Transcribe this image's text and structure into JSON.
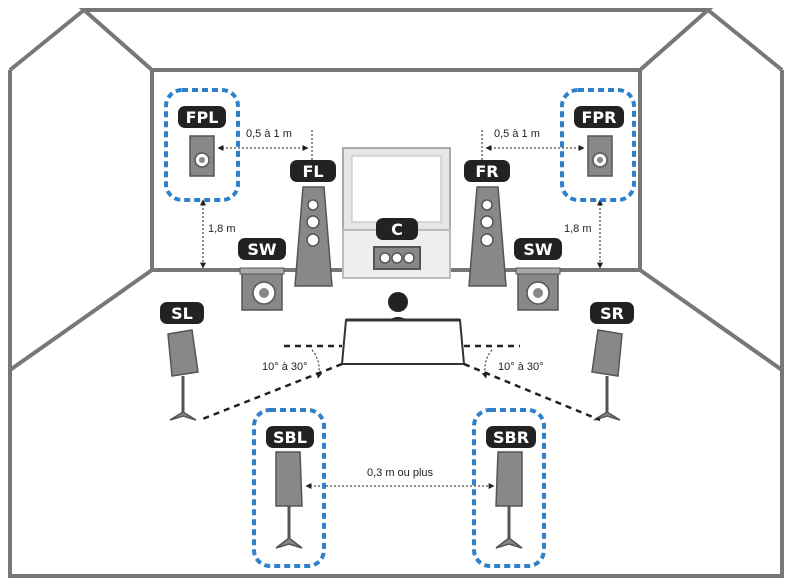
{
  "colors": {
    "room_line": "#777777",
    "floor_line": "#666666",
    "highlight_dash": "#2f80c8",
    "label_bg": "#222222",
    "speaker_fill": "#888888",
    "speaker_dark": "#555555",
    "screen_fill": "#e6e6e6"
  },
  "speakers": {
    "fpl": "FPL",
    "fpr": "FPR",
    "fl": "FL",
    "fr": "FR",
    "c": "C",
    "swl": "SW",
    "swr": "SW",
    "sl": "SL",
    "sr": "SR",
    "sbl": "SBL",
    "sbr": "SBR"
  },
  "dimensions": {
    "front_presence_left_gap": "0,5 à 1 m",
    "front_presence_right_gap": "0,5 à 1 m",
    "height_left": "1,8 m",
    "height_right": "1,8 m",
    "surround_angle_left": "10° à 30°",
    "surround_angle_right": "10° à 30°",
    "surround_back_gap": "0,3 m ou plus"
  },
  "highlighted": [
    "FPL",
    "FPR",
    "SBL",
    "SBR"
  ]
}
